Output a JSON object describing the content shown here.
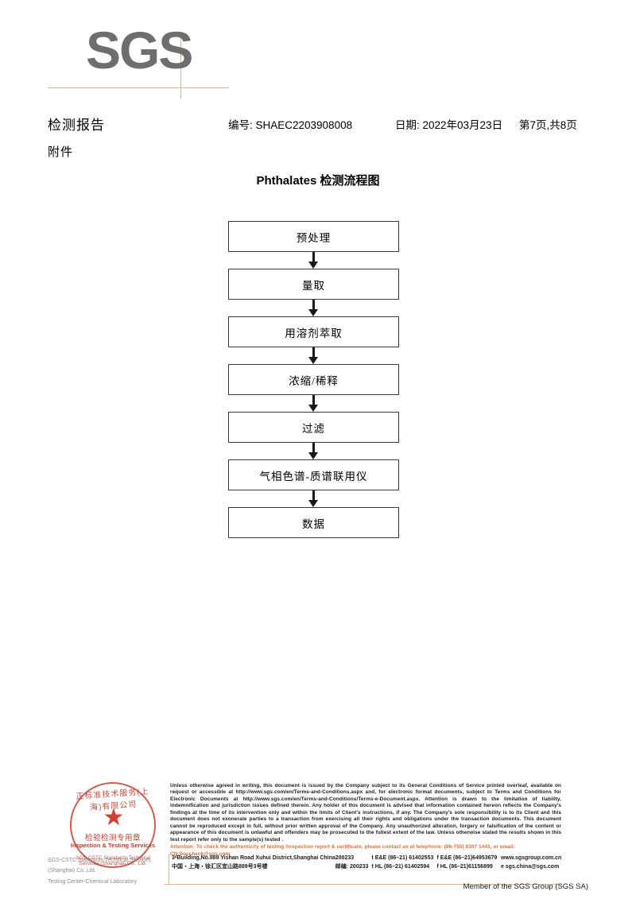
{
  "logo": {
    "text": "SGS"
  },
  "header": {
    "title": "检测报告",
    "report_no": "编号: SHAEC2203908008",
    "date": "日期: 2022年03月23日",
    "page": "第7页,共8页",
    "subtitle": "附件"
  },
  "flow": {
    "title": "Phthalates 检测流程图",
    "steps": [
      {
        "label": "预处理"
      },
      {
        "label": "量取"
      },
      {
        "label": "用溶剂萃取"
      },
      {
        "label": "浓缩/稀释"
      },
      {
        "label": "过滤"
      },
      {
        "label": "气相色谱-质谱联用仪"
      },
      {
        "label": "数据"
      }
    ]
  },
  "stamp": {
    "arc_top": "正标准技术服务(上海)有限公司",
    "cn_label": "检验检测专用章",
    "en_label": "Inspection & Testing Services",
    "arc_bottom": "SGS-CSTC Standards Technical Services (Shanghai) Co., Ltd.",
    "star": "★",
    "color": "#c0392b"
  },
  "lab": {
    "line1": "SGS-CSTC Standards Technical Services (Shanghai) Co.,Ltd.",
    "line2": "Testing Center-Chemical Laboratory"
  },
  "legal": {
    "body": "Unless otherwise agreed in writing, this document is issued by the Company subject to its General Conditions of Service printed overleaf, available on request or accessible at http://www.sgs.com/en/Terms-and-Conditions.aspx and, for electronic format documents, subject to Terms and Conditions for Electronic Documents at http://www.sgs.com/en/Terms-and-Conditions/Terms-e-Document.aspx. Attention is drawn to the limitation of liability, indemnification and jurisdiction issues defined therein. Any holder of this document is advised that information contained hereon reflects the Company's findings at the time of its intervention only and within the limits of Client's instructions, if any. The Company's sole responsibility is to its Client and this document does not exonerate parties to a transaction from exercising all their rights and obligations under the transaction documents. This document cannot be reproduced except in full, without prior written approval of the Company. Any unauthorized alteration, forgery or falsification of the content or appearance of this document is unlawful and offenders may be prosecuted to the fullest extent of the law. Unless otherwise stated the results shown in this test report refer only to the sample(s) tested .",
    "attention": "Attention: To check the authenticity of testing /inspection report & certificate, please contact us at telephone: (86-755) 8307 1443, or email: CN.Doccheck@sgs.com",
    "attention_color": "#d4703a"
  },
  "address": {
    "rows": [
      {
        "addr": "3ᵈBuilding,No.889 Yishan Road Xuhui District,Shanghai China",
        "zip": "200233",
        "tel": "t E&E (86–21) 61402553",
        "fax": "f E&E (86–21)64953679",
        "web": "www.sgsgroup.com.cn"
      },
      {
        "addr": "中国・上海・徐汇区宜山路889号3号楼",
        "zip": "邮编: 200233",
        "tel": "t HL (86–21) 61402594",
        "fax": "f HL (86–21)61156899",
        "web": "e sgs.china@sgs.com"
      }
    ]
  },
  "member": "Member of the SGS Group (SGS SA)"
}
